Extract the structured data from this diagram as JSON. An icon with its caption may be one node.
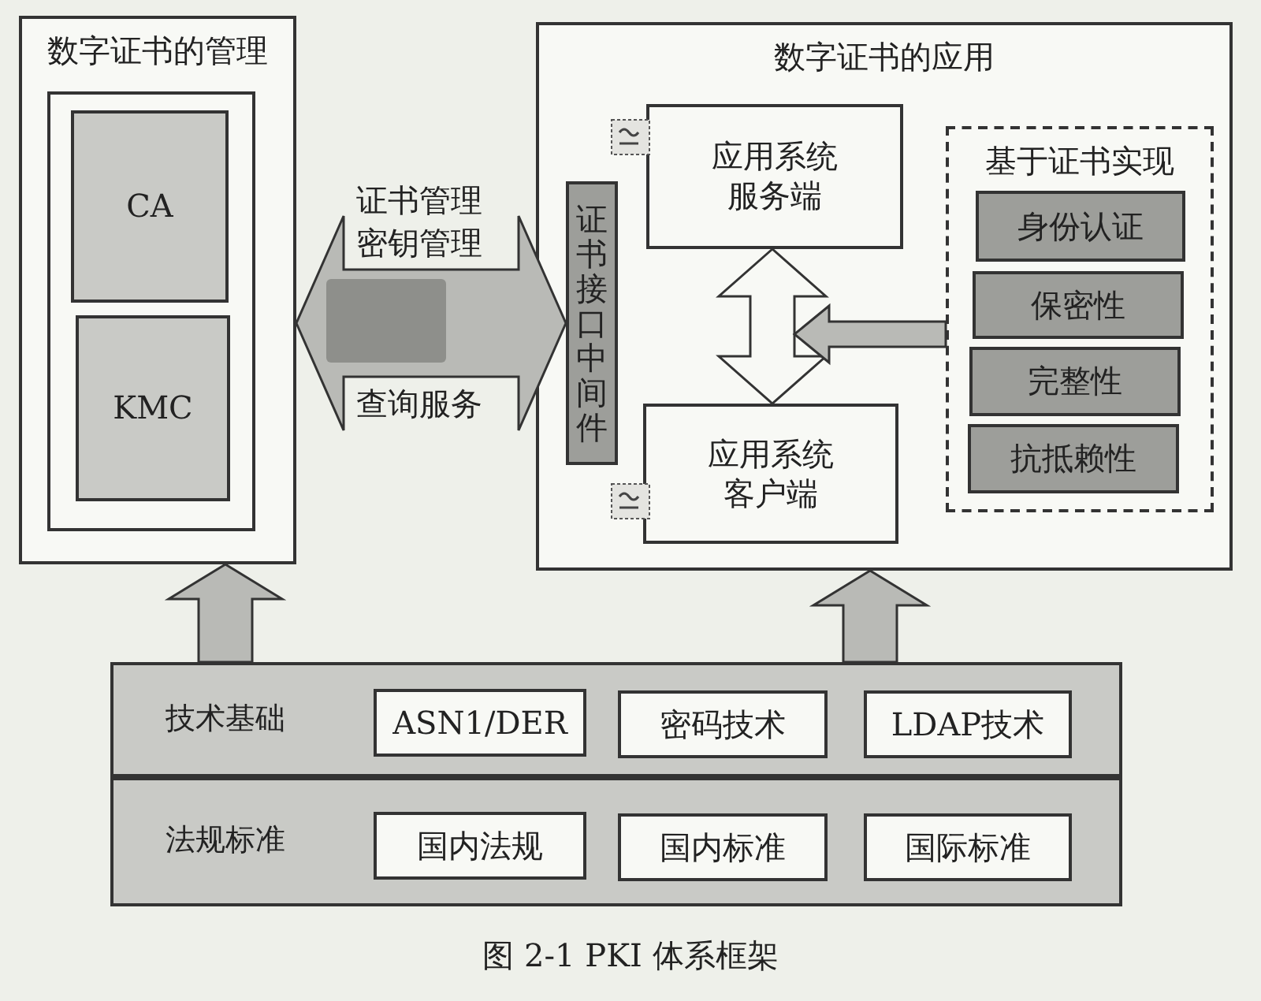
{
  "diagram": {
    "caption": "图 2-1 PKI 体系框架",
    "nodes": [
      {
        "text": [
          "数字证书的管理"
        ]
      },
      {
        "text": [],
        "shape": "box",
        "in": 0
      },
      {
        "text": [
          "CA"
        ],
        "in": 1
      },
      {
        "text": [
          "KMC"
        ],
        "in": 1
      },
      {
        "text": [
          "数字证书的应用"
        ]
      },
      {
        "text": [
          "证书接口中间件"
        ],
        "in": 4
      },
      {
        "text": [
          "应用系统服务端"
        ],
        "in": 4
      },
      {
        "text": [
          "应用系统客户端"
        ],
        "in": 4
      },
      {
        "text": [
          "基于证书实现"
        ],
        "in": 4
      },
      {
        "text": [
          "身份认证"
        ],
        "in": 8
      },
      {
        "text": [
          "保密性"
        ],
        "in": 8
      },
      {
        "text": [
          "完整性"
        ],
        "in": 8
      },
      {
        "text": [
          "抗抵赖性"
        ],
        "in": 8
      },
      {
        "text": [
          "技术基础"
        ]
      },
      {
        "text": [
          "ASN1/DER"
        ],
        "in": 13
      },
      {
        "text": [
          "密码技术"
        ],
        "in": 13
      },
      {
        "text": [
          "LDAP技术"
        ],
        "in": 13
      },
      {
        "text": [
          "法规标准"
        ]
      },
      {
        "text": [
          "国内法规"
        ],
        "in": 17
      },
      {
        "text": [
          "国内标准"
        ],
        "in": 17
      },
      {
        "text": [
          "国际标准"
        ],
        "in": 17
      }
    ],
    "edges": [
      {
        "from": 0,
        "to": 5,
        "arrow": "both"
      },
      {
        "from": 6,
        "to": 7,
        "arrow": "both"
      },
      {
        "from": 8,
        "to": null,
        "arrow": "to"
      },
      {
        "from": 13,
        "to": 0,
        "arrow": "to"
      },
      {
        "from": 13,
        "to": 4,
        "arrow": "to"
      }
    ],
    "labels": [
      "证书管理",
      "密钥管理",
      "查询服务"
    ]
  }
}
